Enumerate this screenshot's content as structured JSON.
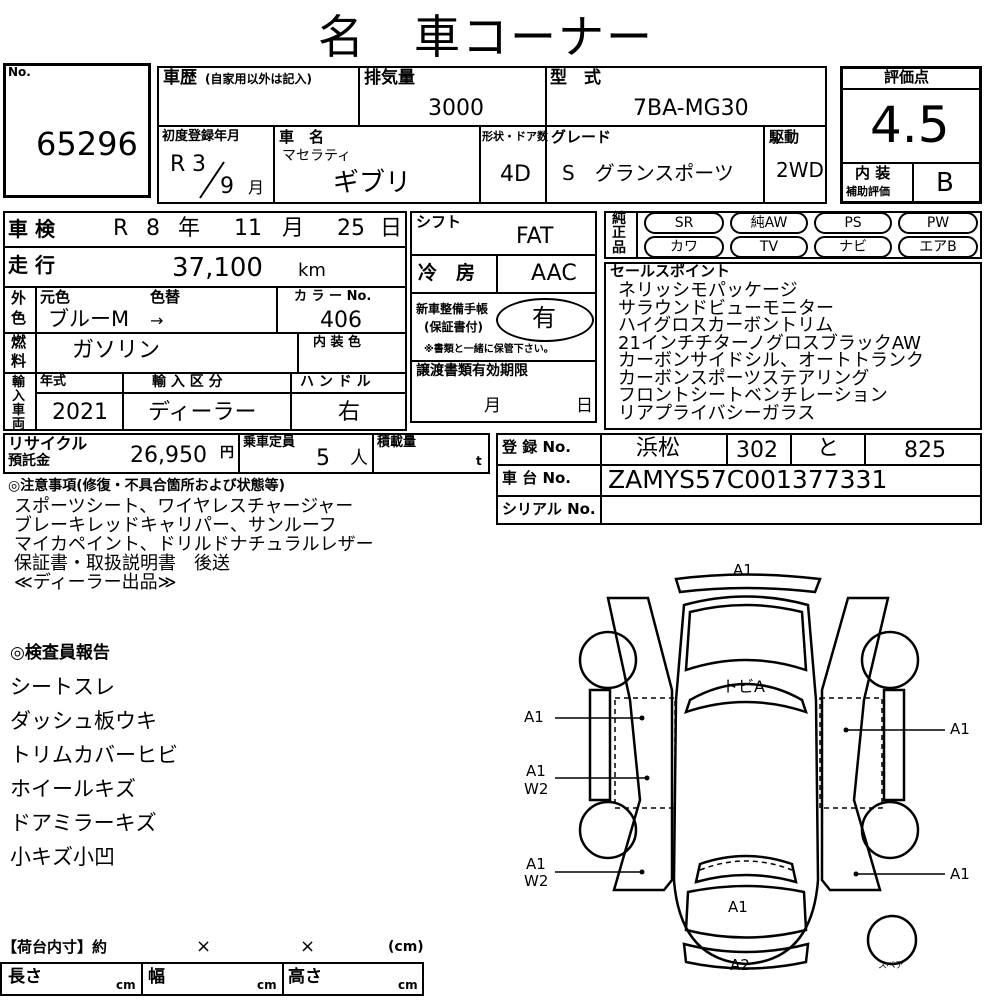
{
  "header": {
    "title": "名　車コーナー"
  },
  "lot": {
    "label": "No.",
    "value": "65296"
  },
  "history": {
    "label": "車歴",
    "note": "(自家用以外は記入)",
    "value": ""
  },
  "displacement": {
    "label": "排気量",
    "value": "3000"
  },
  "model_type": {
    "label": "型　式",
    "value": "7BA-MG30"
  },
  "score": {
    "label": "評価点",
    "value": "4.5",
    "interior_label_1": "内 装",
    "interior_label_2": "補助評価",
    "interior_value": "B"
  },
  "first_reg": {
    "label": "初度登録年月",
    "era": "R",
    "year": "3",
    "month": "9",
    "month_unit": "月"
  },
  "car_name": {
    "label": "車　名",
    "maker": "マセラティ",
    "name": "ギブリ"
  },
  "doors": {
    "label": "形状・ドア数",
    "value": "4D"
  },
  "grade": {
    "label": "グレード",
    "value": "S　グランスポーツ"
  },
  "drive": {
    "label": "駆動",
    "value": "2WD"
  },
  "inspection": {
    "label": "車 検",
    "era": "R",
    "year": "8",
    "year_unit": "年",
    "month": "11",
    "month_unit": "月",
    "day": "25",
    "day_unit": "日"
  },
  "mileage": {
    "label": "走 行",
    "value": "37,100",
    "unit": "km"
  },
  "color": {
    "side_label_1": "外",
    "side_label_2": "色",
    "orig_label": "元色",
    "change_label": "色替",
    "orig_value": "ブルーM",
    "arrow": "→",
    "code_label": "カ ラ ー No.",
    "code_value": "406"
  },
  "fuel": {
    "side_label_1": "燃",
    "side_label_2": "料",
    "value": "ガソリン",
    "interior_color_label": "内 装 色",
    "interior_color_value": ""
  },
  "import": {
    "side_label": [
      "輸",
      "入",
      "車",
      "両"
    ],
    "year_label": "年式",
    "year_value": "2021",
    "type_label": "輸 入 区 分",
    "type_value": "ディーラー",
    "handle_label": "ハ ン ド ル",
    "handle_value": "右"
  },
  "recycle": {
    "label_1": "リサイクル",
    "label_2": "預託金",
    "value": "26,950",
    "unit": "円"
  },
  "capacity": {
    "label": "乗車定員",
    "value": "5",
    "unit": "人"
  },
  "load": {
    "label": "積載量",
    "value": "",
    "unit": "t"
  },
  "shift": {
    "label": "シフト",
    "value": "FAT"
  },
  "ac": {
    "label": "冷　房",
    "value": "AAC"
  },
  "manual": {
    "label_1": "新車整備手帳",
    "label_2": "(保証書付)",
    "value": "有",
    "note": "※書類と一緒に保管下さい。"
  },
  "transfer": {
    "label": "譲渡書類有効期限",
    "month_unit": "月",
    "day_unit": "日"
  },
  "genuine": {
    "label_1": "純",
    "label_2": "正",
    "label_3": "品",
    "items": [
      "SR",
      "純AW",
      "PS",
      "PW",
      "カワ",
      "TV",
      "ナビ",
      "エアB"
    ]
  },
  "sales_points": {
    "label": "セールスポイント",
    "items": [
      "ネリッシモパッケージ",
      "サラウンドビューモニター",
      "ハイグロスカーボントリム",
      "21インチチターノグロスブラックAW",
      "カーボンサイドシル、オートトランク",
      "カーボンスポーツステアリング",
      "フロントシートベンチレーション",
      "リアプライバシーガラス"
    ]
  },
  "registration": {
    "label": "登 録 No.",
    "area": "浜松",
    "class": "302",
    "kana": "と",
    "number": "825"
  },
  "chassis": {
    "label": "車 台 No.",
    "value": "ZAMYS57C001377331"
  },
  "serial": {
    "label": "シリアル No.",
    "value": ""
  },
  "notes": {
    "label": "◎注意事項(修復・不具合箇所および状態等)",
    "items": [
      "スポーツシート、ワイヤレスチャージャー",
      "ブレーキレッドキャリパー、サンルーフ",
      "マイカペイント、ドリルドナチュラルレザー",
      "保証書・取扱説明書　後送",
      "≪ディーラー出品≫"
    ]
  },
  "inspector": {
    "label": "◎検査員報告",
    "items": [
      "シートスレ",
      "ダッシュ板ウキ",
      "トリムカバーヒビ",
      "ホイールキズ",
      "ドアミラーキズ",
      "小キズ小凹"
    ]
  },
  "cargo": {
    "label": "【荷台内寸】約",
    "x1": "×",
    "x2": "×",
    "unit": "(cm)",
    "length_label": "長さ",
    "width_label": "幅",
    "height_label": "高さ",
    "cm": "cm"
  },
  "diagram": {
    "front": "A1",
    "roof": "トビA",
    "left_front": "A1",
    "left_mid_1": "A1",
    "left_mid_2": "W2",
    "left_rear_1": "A1",
    "left_rear_2": "W2",
    "right_front": "A1",
    "right_rear": "A1",
    "trunk": "A1",
    "rear": "A2",
    "spare": "スペア"
  }
}
